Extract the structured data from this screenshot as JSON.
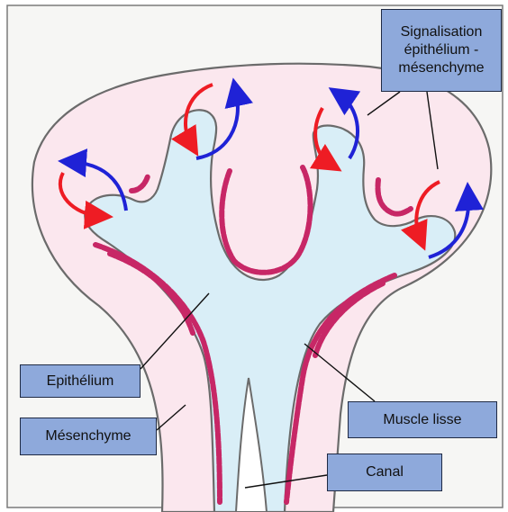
{
  "labels": {
    "signalisation": "Signalisation épithélium - mésenchyme",
    "epithelium": "Epithélium",
    "mesenchyme": "Mésenchyme",
    "muscle_lisse": "Muscle lisse",
    "canal": "Canal"
  },
  "colors": {
    "frame_bg": "#f6f6f4",
    "mesenchyme_fill": "#fbe7ee",
    "epithelium_fill": "#d9eef7",
    "outline": "#6b6b6b",
    "smooth_muscle": "#c72766",
    "signal_red": "#ee1c24",
    "signal_blue": "#1f22d6",
    "label_fill": "#8ea9db"
  }
}
